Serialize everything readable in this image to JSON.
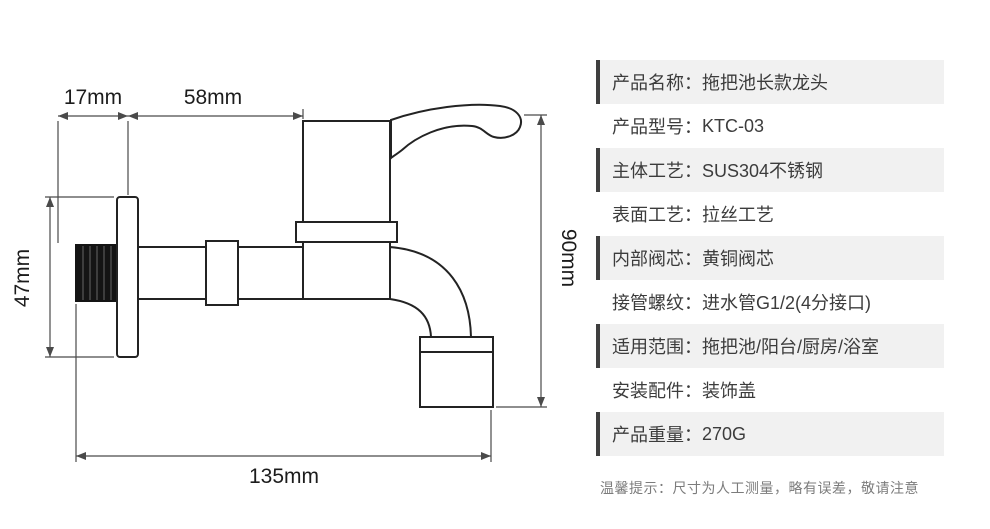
{
  "drawing": {
    "dims": {
      "d17": "17mm",
      "d58": "58mm",
      "d47": "47mm",
      "d90": "90mm",
      "d135": "135mm"
    }
  },
  "spec": {
    "separator": "：",
    "rows": [
      {
        "label": "产品名称",
        "value": "拖把池长款龙头"
      },
      {
        "label": "产品型号",
        "value": "KTC-03"
      },
      {
        "label": "主体工艺",
        "value": "SUS304不锈钢"
      },
      {
        "label": "表面工艺",
        "value": "拉丝工艺"
      },
      {
        "label": "内部阀芯",
        "value": "黄铜阀芯"
      },
      {
        "label": "接管螺纹",
        "value": "进水管G1/2(4分接口)"
      },
      {
        "label": "适用范围",
        "value": "拖把池/阳台/厨房/浴室"
      },
      {
        "label": "安装配件",
        "value": "装饰盖"
      },
      {
        "label": "产品重量",
        "value": "270G"
      }
    ],
    "note": "温馨提示：尺寸为人工测量，略有误差，敬请注意"
  },
  "colors": {
    "row_alt": "#f1f1f1",
    "accent_bar": "#3f3f3f",
    "line": "#232323",
    "dimension_line": "#4a4a4a",
    "note_text": "#7c7c7c"
  }
}
